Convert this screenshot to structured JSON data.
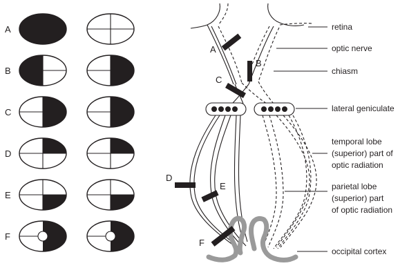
{
  "rows": [
    {
      "label": "A",
      "left": "full",
      "right": "none"
    },
    {
      "label": "B",
      "left": "left-half",
      "right": "right-half"
    },
    {
      "label": "C",
      "left": "right-half",
      "right": "right-half"
    },
    {
      "label": "D",
      "left": "upper-right",
      "right": "upper-right"
    },
    {
      "label": "E",
      "left": "lower-right",
      "right": "lower-right"
    },
    {
      "label": "F",
      "left": "right-half-macular-sparing",
      "right": "right-half-macular-sparing"
    }
  ],
  "lesions": {
    "A": "A",
    "B": "B",
    "C": "C",
    "D": "D",
    "E": "E",
    "F": "F"
  },
  "annotations": {
    "retina": "retina",
    "optic_nerve": "optic nerve",
    "chiasm": "chiasm",
    "lateral_geniculate": "lateral geniculate",
    "temporal_1": "temporal lobe",
    "temporal_2": "(superior) part of",
    "temporal_3": "optic radiation",
    "parietal_1": "parietal lobe",
    "parietal_2": "(superior) part",
    "parietal_3": "of optic radiation",
    "occipital": "occipital cortex"
  },
  "colors": {
    "ink": "#231f20",
    "cortex": "#9a9a9a"
  }
}
